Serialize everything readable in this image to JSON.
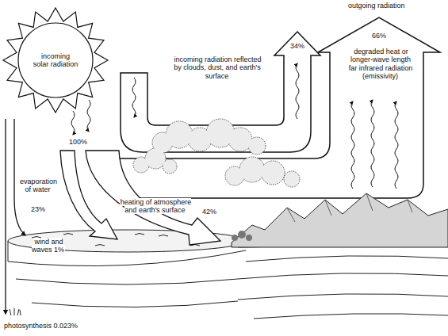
{
  "diagram": {
    "nodes": [
      {
        "text": [
          "incoming solar radiation"
        ]
      }
    ],
    "labels": [
      "outgoing radiation",
      "incoming radiation reflected by clouds, dust, and earth's surface",
      "34%",
      "66%",
      "degraded heat or longer-wave length far infrared radiation (emissivity)",
      "100%",
      "evaporation of water",
      "23%",
      "heating of atmosphere and earth's surface",
      "42%",
      "wind and waves 1%",
      "photosynthesis 0.023%"
    ]
  }
}
